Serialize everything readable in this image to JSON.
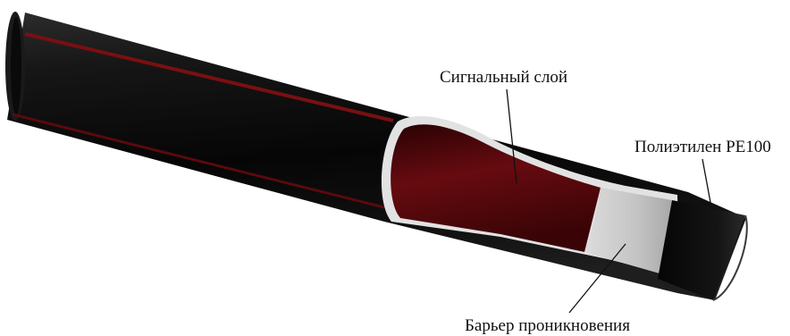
{
  "labels": {
    "signal_layer": "Сигнальный слой",
    "polyethylene": "Полиэтилен PE100",
    "barrier": "Барьер проникновения"
  },
  "colors": {
    "pipe_black": "#0b0b0b",
    "signal_red": "#5a0a0d",
    "stripe_red": "#7a0f12",
    "barrier_grey": "#c9c9c9",
    "leader_line": "#111111"
  }
}
